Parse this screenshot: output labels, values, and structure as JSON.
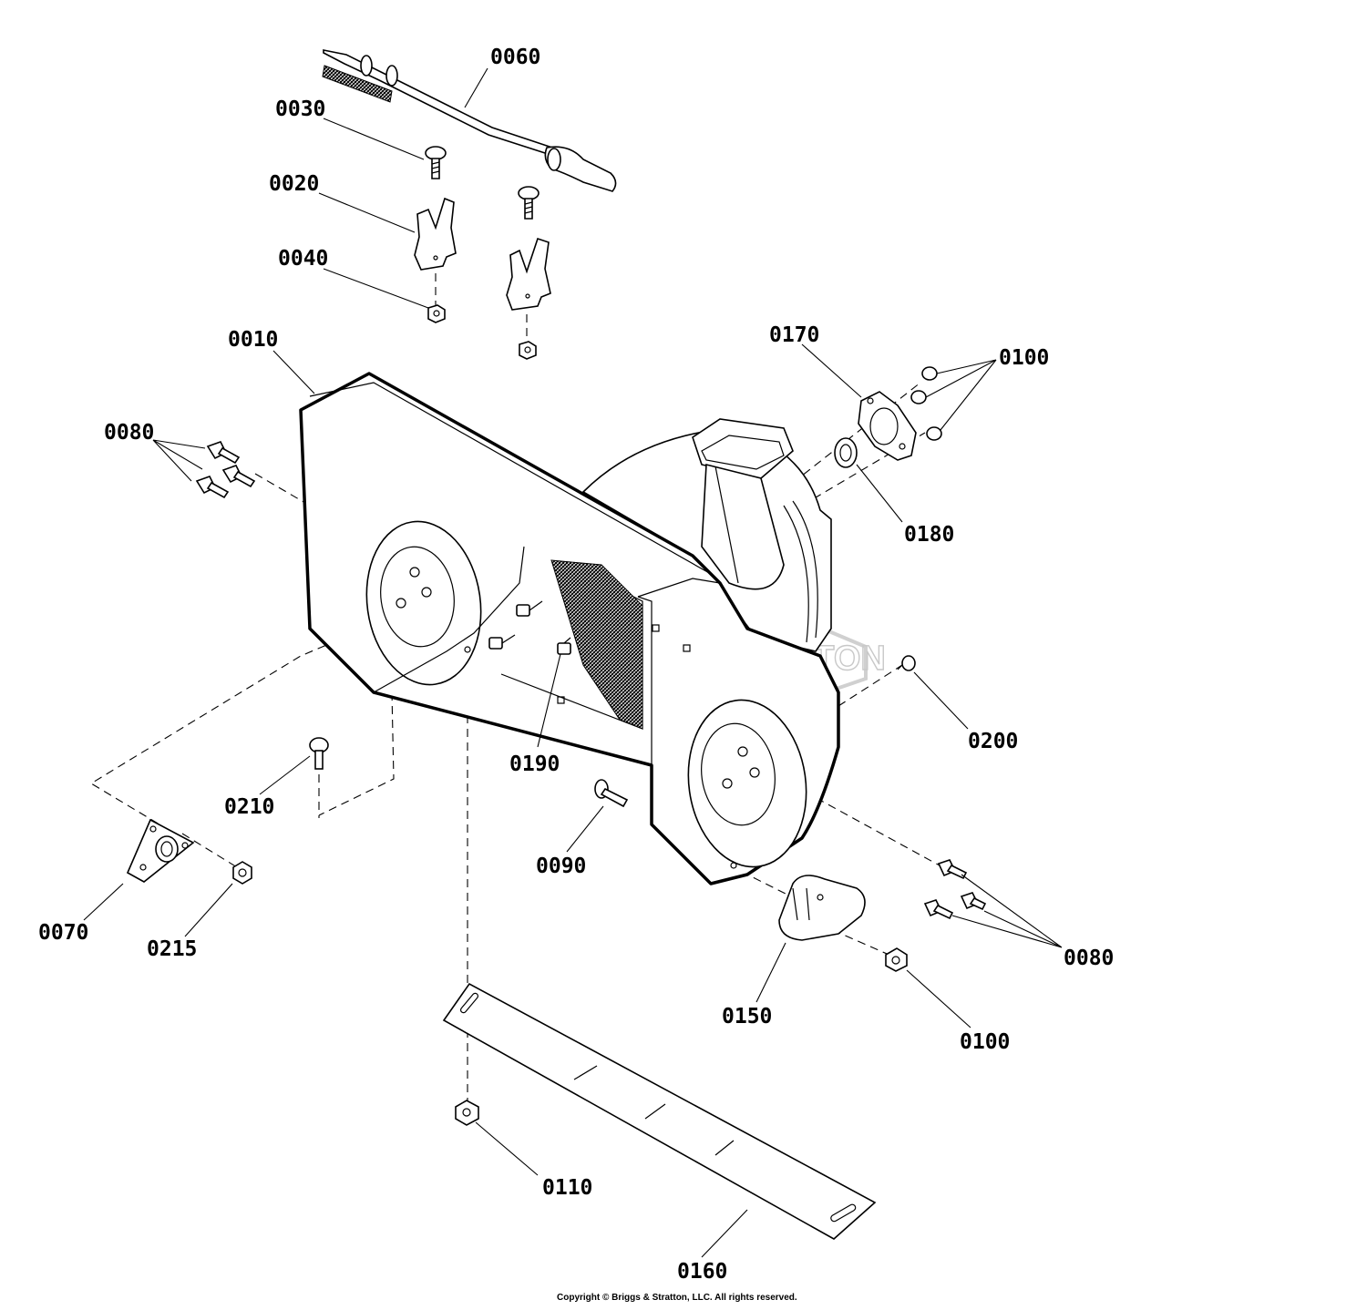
{
  "diagram": {
    "watermark": "BRIGGS & STRATTON",
    "copyright": "Copyright © Briggs & Stratton, LLC. All rights reserved.",
    "callouts": [
      {
        "id": "c0060",
        "label": "0060"
      },
      {
        "id": "c0030",
        "label": "0030"
      },
      {
        "id": "c0020",
        "label": "0020"
      },
      {
        "id": "c0040",
        "label": "0040"
      },
      {
        "id": "c0010",
        "label": "0010"
      },
      {
        "id": "c0080a",
        "label": "0080"
      },
      {
        "id": "c0170",
        "label": "0170"
      },
      {
        "id": "c0100a",
        "label": "0100"
      },
      {
        "id": "c0180",
        "label": "0180"
      },
      {
        "id": "c0200",
        "label": "0200"
      },
      {
        "id": "c0190",
        "label": "0190"
      },
      {
        "id": "c0210",
        "label": "0210"
      },
      {
        "id": "c0090",
        "label": "0090"
      },
      {
        "id": "c0070",
        "label": "0070"
      },
      {
        "id": "c0215",
        "label": "0215"
      },
      {
        "id": "c0080b",
        "label": "0080"
      },
      {
        "id": "c0150",
        "label": "0150"
      },
      {
        "id": "c0100b",
        "label": "0100"
      },
      {
        "id": "c0110",
        "label": "0110"
      },
      {
        "id": "c0160",
        "label": "0160"
      }
    ]
  }
}
